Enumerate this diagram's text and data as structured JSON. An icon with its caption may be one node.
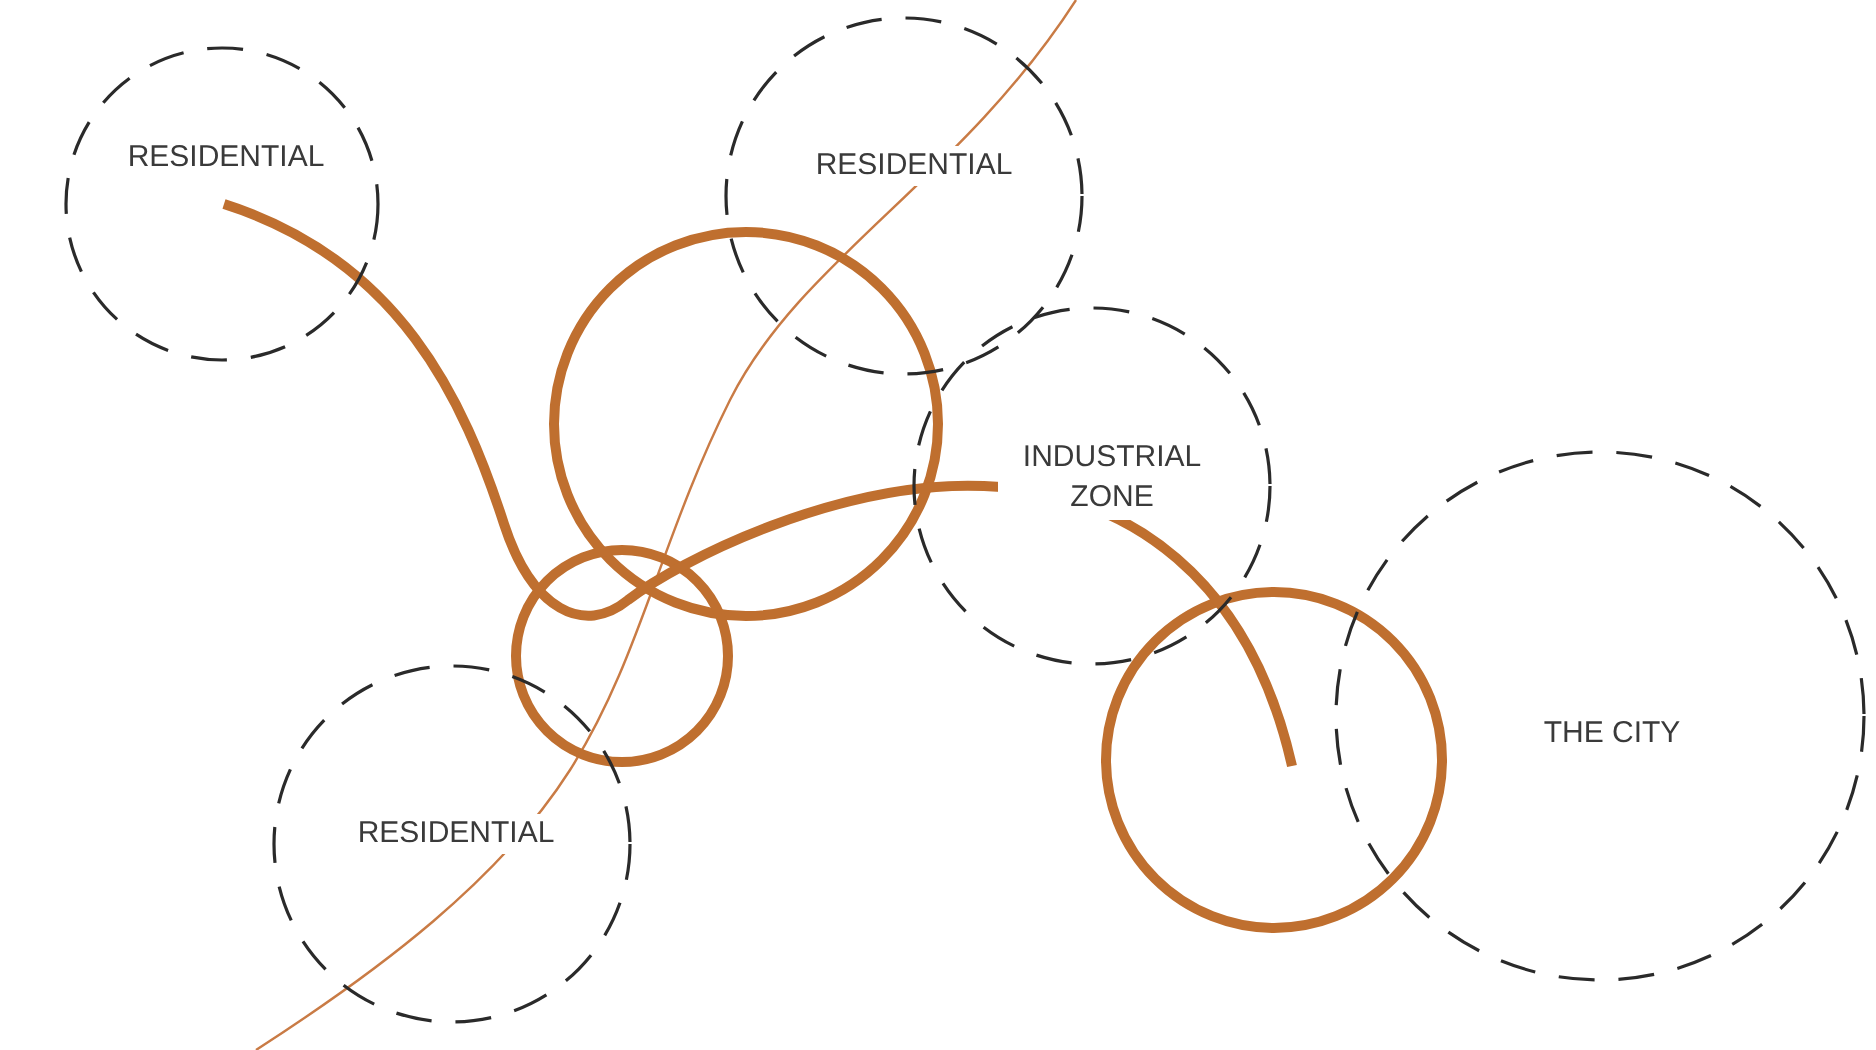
{
  "diagram": {
    "nodes": [
      {
        "text": [
          "RESIDENTIAL"
        ]
      },
      {
        "text": [
          "RESIDENTIAL"
        ]
      },
      {
        "text": [
          "INDUSTRIAL ZONE"
        ]
      },
      {
        "text": [
          "RESIDENTIAL"
        ]
      },
      {
        "text": [
          "THE CITY"
        ]
      }
    ]
  }
}
